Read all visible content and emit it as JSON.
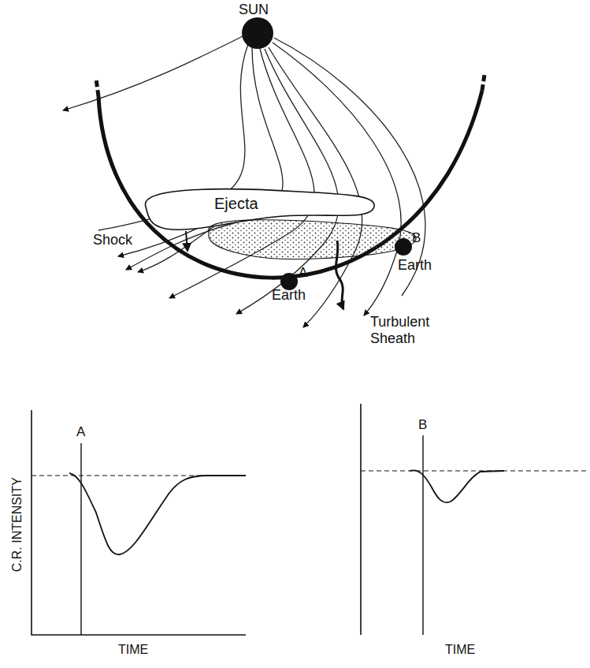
{
  "diagram": {
    "nodes": [
      {
        "text": [
          "SUN"
        ]
      },
      {
        "text": [
          "Ejecta"
        ]
      },
      {
        "text": [
          "A",
          "Earth"
        ]
      },
      {
        "text": [
          "B",
          "Earth"
        ]
      }
    ],
    "labels": [
      "Shock",
      "Turbulent Sheath",
      "A",
      "B",
      "C.R. INTENSITY",
      "TIME",
      "TIME"
    ]
  }
}
